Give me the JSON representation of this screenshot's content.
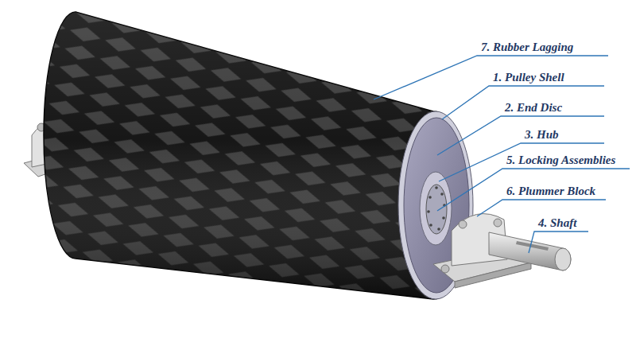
{
  "diagram": {
    "labels": [
      "7. Rubber Lagging",
      "1. Pulley Shell",
      "2. End Disc",
      "3. Hub",
      "5. Locking Assemblies",
      "6. Plummer Block",
      "4. Shaft"
    ]
  }
}
